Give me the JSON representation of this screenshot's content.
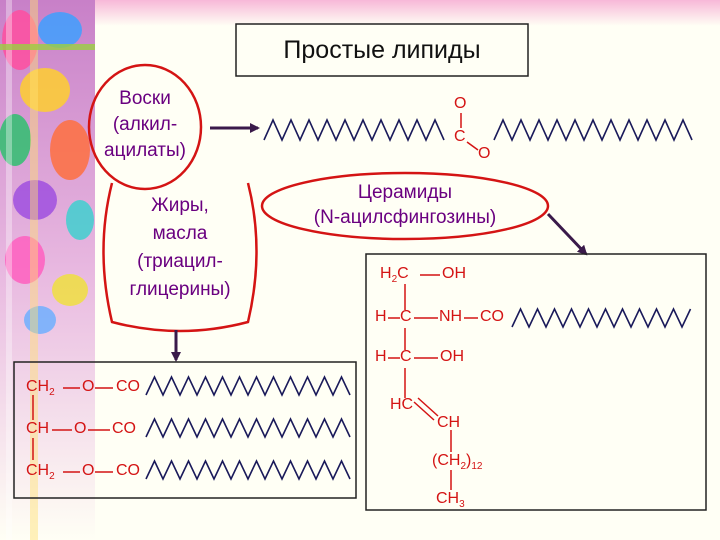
{
  "title": "Простые липиды",
  "waxes": {
    "line1": "Воски",
    "line2": "(алкил-",
    "line3": "ацилаты)"
  },
  "fats": {
    "line1": "Жиры,",
    "line2": "масла",
    "line3": "(триацил-",
    "line4": "глицерины)"
  },
  "ceramides": {
    "line1": "Церамиды",
    "line2": "(N-ацилсфингозины)"
  },
  "wax_ester": {
    "o_top": "O",
    "c": "C",
    "o_link": "O"
  },
  "triglyceride": {
    "rows": [
      {
        "carbon": "CH",
        "sub": "2",
        "o": "O",
        "co": "CO"
      },
      {
        "carbon": "CH",
        "sub": "",
        "o": "O",
        "co": "CO"
      },
      {
        "carbon": "CH",
        "sub": "2",
        "o": "O",
        "co": "CO"
      }
    ]
  },
  "ceramide": {
    "r1_h": "H",
    "r1_sub": "2",
    "r1_c": "C",
    "r1_oh": "OH",
    "r2_h": "H",
    "r2_c": "C",
    "r2_nh": "NH",
    "r2_co": "CO",
    "r3_h": "H",
    "r3_c": "C",
    "r3_oh": "OH",
    "hc": "HC",
    "ch": "CH",
    "chain_open": "(CH",
    "chain_sub": "2",
    "chain_close": ")",
    "chain_n": "12",
    "ch3": "CH",
    "ch3_sub": "3"
  },
  "colors": {
    "accent_red": "#d41414",
    "label_purple": "#6a0080",
    "arrow_dark": "#3a1a4a",
    "box_border": "#222222"
  }
}
